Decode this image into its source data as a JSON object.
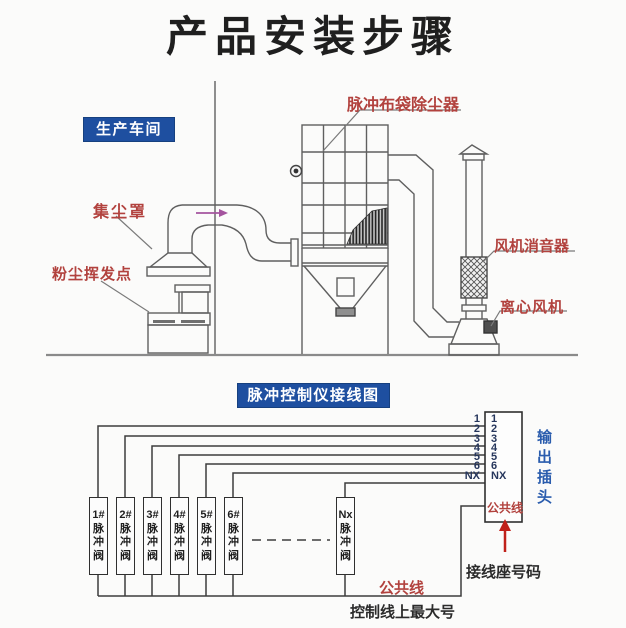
{
  "title": "产品安装步骤",
  "top_diagram": {
    "workshop_box": "生产车间",
    "labels": {
      "bag_filter": "脉冲布袋除尘器",
      "dust_hood": "集尘罩",
      "dust_source": "粉尘挥发点",
      "fan_silencer": "风机消音器",
      "centrifugal_fan": "离心风机"
    }
  },
  "wiring_diagram": {
    "title_box": "脉冲控制仪接线图",
    "output_plug": "输出插头",
    "plug_common": "公共线",
    "bus_common": "公共线",
    "terminal_number_note": "接线座号码",
    "max_wire_note": "控制线上最大号",
    "pins": [
      "1",
      "2",
      "3",
      "4",
      "5",
      "6",
      "NX"
    ],
    "valves": [
      "1#脉冲阀",
      "2#脉冲阀",
      "3#脉冲阀",
      "4#脉冲阀",
      "5#脉冲阀",
      "6#脉冲阀",
      "Nx脉冲阀"
    ]
  },
  "colors": {
    "label_red": "#b2423e",
    "box_blue": "#1e4fa0",
    "plug_text_blue": "#2a5cad",
    "pointer_arrow_red": "#c0211a",
    "flow_arrow_purple": "#a4549e"
  }
}
